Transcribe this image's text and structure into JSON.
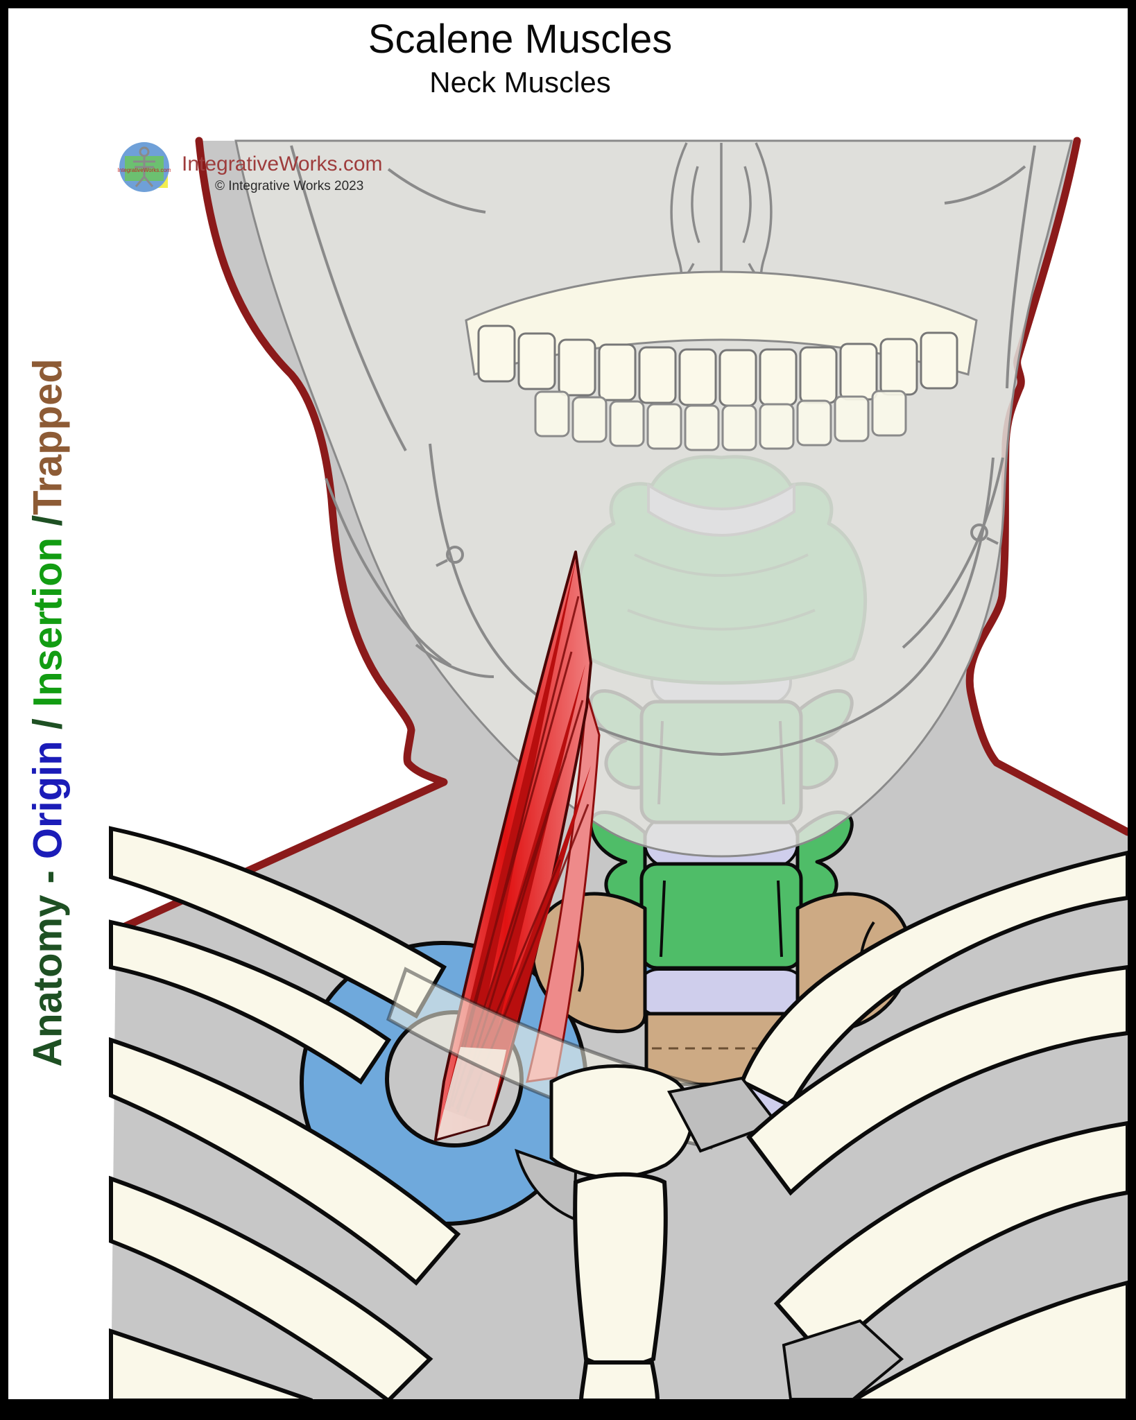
{
  "page": {
    "title": "Scalene Muscles",
    "subtitle": "Neck Muscles"
  },
  "branding": {
    "site": "IntegrativeWorks.com",
    "copyright": "© Integrative Works 2023",
    "logo_name": "integrative-works-logo",
    "brand_color": "#9E3C3C"
  },
  "sidebar": {
    "segments": [
      {
        "text": "Anatomy",
        "color": "#1E5023"
      },
      {
        "text": " - ",
        "color": "#1E5023"
      },
      {
        "text": "Origin",
        "color": "#1B1CB8"
      },
      {
        "text": " / ",
        "color": "#1E5023"
      },
      {
        "text": "Insertion",
        "color": "#129C12"
      },
      {
        "text": " /",
        "color": "#1E5023"
      },
      {
        "text": "Trapped",
        "color": "#8D5B35"
      }
    ]
  },
  "illustration": {
    "subject": "Scalene muscles of the neck, anterior view",
    "parts": [
      {
        "name": "head-silhouette",
        "color": "#C7C7C7",
        "outline": "#8B1A1A"
      },
      {
        "name": "skull-overlay",
        "color": "#E3E3DF",
        "outline": "#8A8A8A"
      },
      {
        "name": "teeth",
        "color": "#FBF9EA"
      },
      {
        "name": "upper-cervical-vertebrae",
        "color": "#ABDCAF"
      },
      {
        "name": "mid-cervical-vertebrae",
        "color": "#4FBD68"
      },
      {
        "name": "lower-vertebrae",
        "color": "#CDAA84"
      },
      {
        "name": "intervertebral-discs",
        "color": "#CFCEEC"
      },
      {
        "name": "scalene-muscle",
        "color": "#E01515"
      },
      {
        "name": "first-rib",
        "color": "#6FA9DC"
      },
      {
        "name": "clavicle-and-ribs",
        "color": "#FAF8E9"
      }
    ],
    "palette": {
      "silhouette_gray": "#C7C7C7",
      "silhouette_outline": "#8B1A1A",
      "skull_gray": "#E3E3DF",
      "skull_line": "#8A8A8A",
      "bone_cream": "#FAF8E9",
      "bone_outline": "#0B0B0B",
      "vert_green": "#4FBD68",
      "vert_tan": "#CDAA84",
      "disc_lavender": "#CFCEEC",
      "muscle_red": "#E01515",
      "muscle_dark": "#B80E0E",
      "muscle_stripe": "#7E0A0A",
      "muscle_pale": "#EFDFD8",
      "rib_blue": "#6FA9DC",
      "gap_gray": "#BEBEBE"
    }
  }
}
